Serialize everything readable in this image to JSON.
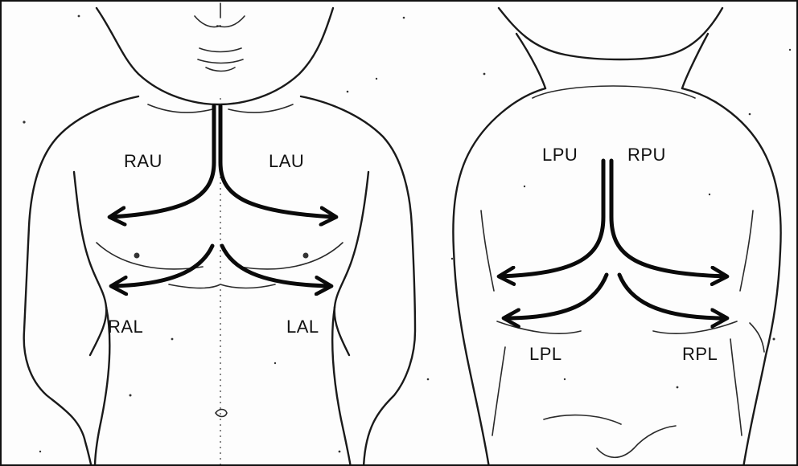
{
  "anterior_view": {
    "labels": {
      "right_anterior_upper": "RAU",
      "left_anterior_upper": "LAU",
      "right_anterior_lower": "RAL",
      "left_anterior_lower": "LAL"
    }
  },
  "posterior_view": {
    "labels": {
      "left_posterior_upper": "LPU",
      "right_posterior_upper": "RPU",
      "left_posterior_lower": "LPL",
      "right_posterior_lower": "RPL"
    }
  },
  "colors": {
    "line": "#1a1a1a",
    "arrow": "#0a0a0a",
    "background": "#fdfdfd"
  }
}
